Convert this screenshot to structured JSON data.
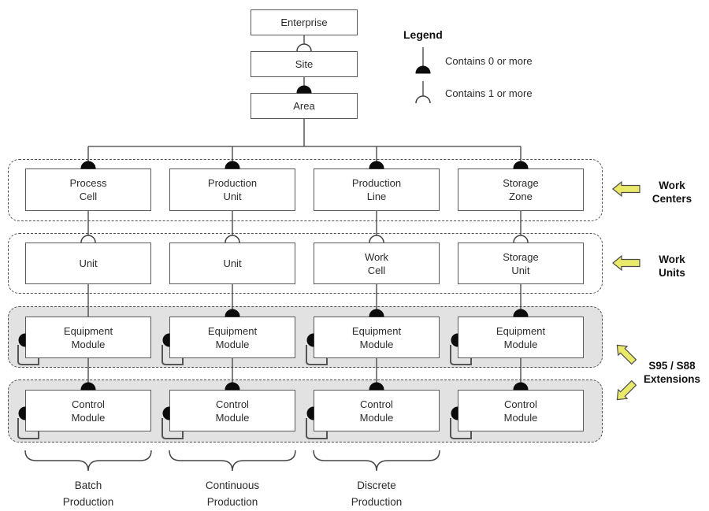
{
  "legend": {
    "title": "Legend",
    "items": [
      {
        "icon": "contains-zero-or-more-icon",
        "label": "Contains 0 or more"
      },
      {
        "icon": "contains-one-or-more-icon",
        "label": "Contains 1 or more"
      }
    ]
  },
  "top_chain": [
    {
      "label": "Enterprise"
    },
    {
      "label": "Site"
    },
    {
      "label": "Area"
    }
  ],
  "rows": [
    {
      "id": "work-centers",
      "shaded": false,
      "boxes": [
        {
          "label": "Process\nCell"
        },
        {
          "label": "Production\nUnit"
        },
        {
          "label": "Production\nLine"
        },
        {
          "label": "Storage\nZone"
        }
      ]
    },
    {
      "id": "work-units",
      "shaded": false,
      "boxes": [
        {
          "label": "Unit"
        },
        {
          "label": "Unit"
        },
        {
          "label": "Work\nCell"
        },
        {
          "label": "Storage\nUnit"
        }
      ]
    },
    {
      "id": "equipment-modules",
      "shaded": true,
      "boxes": [
        {
          "label": "Equipment\nModule"
        },
        {
          "label": "Equipment\nModule"
        },
        {
          "label": "Equipment\nModule"
        },
        {
          "label": "Equipment\nModule"
        }
      ]
    },
    {
      "id": "control-modules",
      "shaded": true,
      "boxes": [
        {
          "label": "Control\nModule"
        },
        {
          "label": "Control\nModule"
        },
        {
          "label": "Control\nModule"
        },
        {
          "label": "Control\nModule"
        }
      ]
    }
  ],
  "annotations": {
    "work_centers": "Work\nCenters",
    "work_units": "Work\nUnits",
    "extensions": "S95 / S88\nExtensions"
  },
  "braces": [
    {
      "label": "Batch\nProduction"
    },
    {
      "label": "Continuous\nProduction"
    },
    {
      "label": "Discrete\nProduction"
    }
  ],
  "colors": {
    "accent_yellow": "#e9e96a",
    "container_gray": "#e2e2e2",
    "line": "#3f3f3f"
  }
}
